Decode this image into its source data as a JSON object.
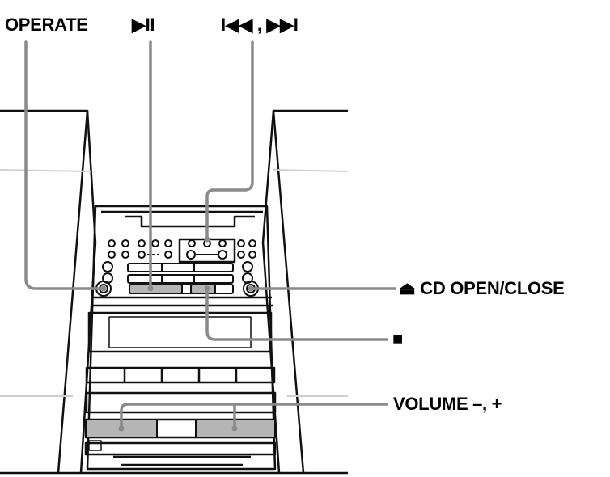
{
  "labels": {
    "operate": "OPERATE",
    "play_pause": "▶II",
    "skip": "I◀◀ , ▶▶I",
    "cd_open_close": "⏏ CD OPEN/CLOSE",
    "stop": "■",
    "volume": "VOLUME –, +"
  },
  "colors": {
    "line": "#111111",
    "leader": "#8a8a8a",
    "button_gray": "#b8b8b8",
    "light_gray": "#d8d8d8"
  }
}
